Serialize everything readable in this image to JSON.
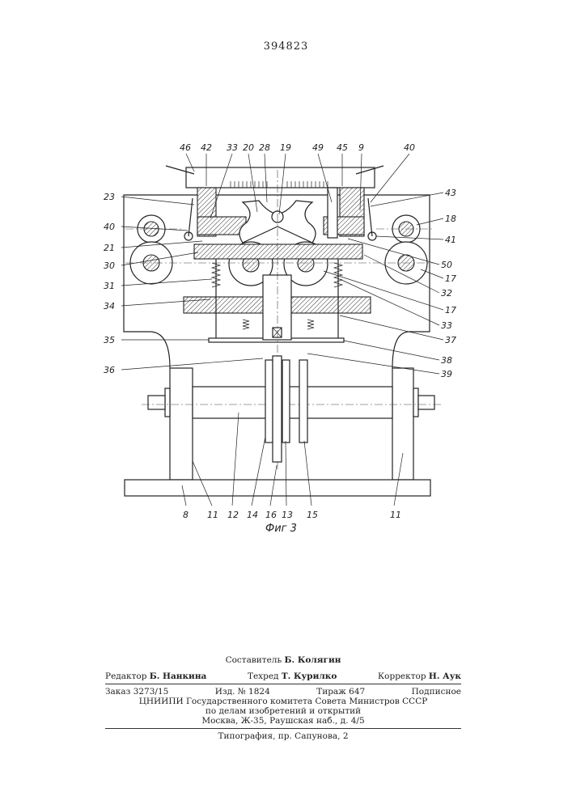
{
  "patent_number": "394823",
  "figure_caption": "Фиг 3",
  "labels": {
    "top": [
      "46",
      "42",
      "33",
      "20",
      "28",
      "19",
      "49",
      "45",
      "9",
      "40"
    ],
    "left": [
      "23",
      "40",
      "21",
      "30",
      "31",
      "34",
      "35",
      "36"
    ],
    "right": [
      "43",
      "18",
      "41",
      "50",
      "17",
      "32",
      "17",
      "33",
      "37",
      "38",
      "39"
    ],
    "bottom": [
      "8",
      "11",
      "12",
      "14",
      "16",
      "13",
      "15",
      "11"
    ]
  },
  "colophon": {
    "compiler_label": "Составитель",
    "compiler": "Б. Колягин",
    "editor_label": "Редактор",
    "editor": "Б. Нанкина",
    "techred_label": "Техред",
    "techred": "Т. Курилко",
    "corrector_label": "Корректор",
    "corrector": "Н. Аук",
    "order": "Заказ 3273/15",
    "edition": "Изд. № 1824",
    "circulation": "Тираж 647",
    "subscription": "Подписное",
    "org_line1": "ЦНИИПИ Государственного комитета Совета Министров СССР",
    "org_line2": "по делам изобретений и открытий",
    "org_line3": "Москва, Ж-35, Раушская наб., д. 4/5",
    "printer": "Типография, пр. Сапунова, 2"
  }
}
